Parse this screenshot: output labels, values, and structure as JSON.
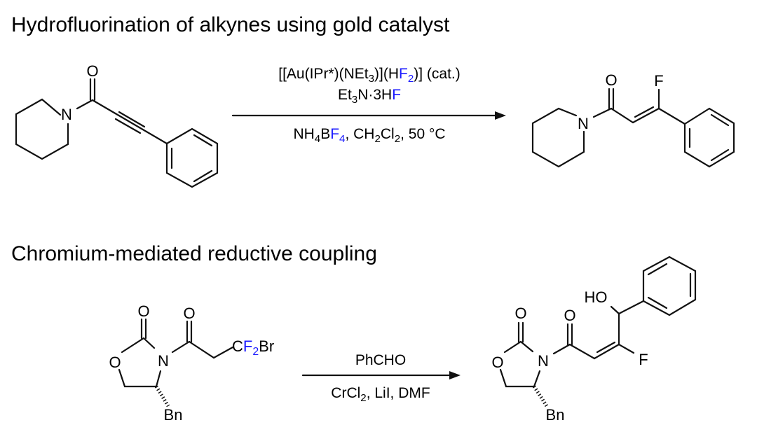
{
  "colors": {
    "fluorine": "#1a1aff",
    "ink": "#000000"
  },
  "reaction1": {
    "title": "Hydrofluorination of alkynes using gold catalyst",
    "above_line1": [
      {
        "t": "[[Au(IPr*)(NEt"
      },
      {
        "t": "3",
        "sub": true
      },
      {
        "t": ")](H"
      },
      {
        "t": "F",
        "f": true
      },
      {
        "t": "2",
        "sub": true,
        "f": true
      },
      {
        "t": ")] (cat.)"
      }
    ],
    "above_line2": [
      {
        "t": "Et"
      },
      {
        "t": "3",
        "sub": true
      },
      {
        "t": "N·3H"
      },
      {
        "t": "F",
        "f": true
      }
    ],
    "below_line1": [
      {
        "t": "NH"
      },
      {
        "t": "4",
        "sub": true
      },
      {
        "t": "B"
      },
      {
        "t": "F",
        "f": true
      },
      {
        "t": "4",
        "sub": true,
        "f": true
      },
      {
        "t": ", CH"
      },
      {
        "t": "2",
        "sub": true
      },
      {
        "t": "Cl"
      },
      {
        "t": "2",
        "sub": true
      },
      {
        "t": ", 50 °C"
      }
    ],
    "atoms": {
      "o1": "O",
      "n1": "N",
      "o2": "O",
      "n2": "N",
      "f": "F"
    }
  },
  "reaction2": {
    "title": "Chromium-mediated reductive coupling",
    "above_line1": [
      {
        "t": "PhCHO"
      }
    ],
    "below_line1": [
      {
        "t": "CrCl"
      },
      {
        "t": "2",
        "sub": true
      },
      {
        "t": ", LiI, DMF"
      }
    ],
    "substituent": [
      {
        "t": "C"
      },
      {
        "t": "F",
        "f": true
      },
      {
        "t": "2",
        "sub": true,
        "f": true
      },
      {
        "t": "Br"
      }
    ],
    "atoms": {
      "o_keto1": "O",
      "o_ring1": "O",
      "n1": "N",
      "o_acyl1": "O",
      "bn1": "Bn",
      "o_keto2": "O",
      "o_ring2": "O",
      "n2": "N",
      "o_acyl2": "O",
      "bn2": "Bn",
      "ho": "HO",
      "f": "F"
    }
  }
}
